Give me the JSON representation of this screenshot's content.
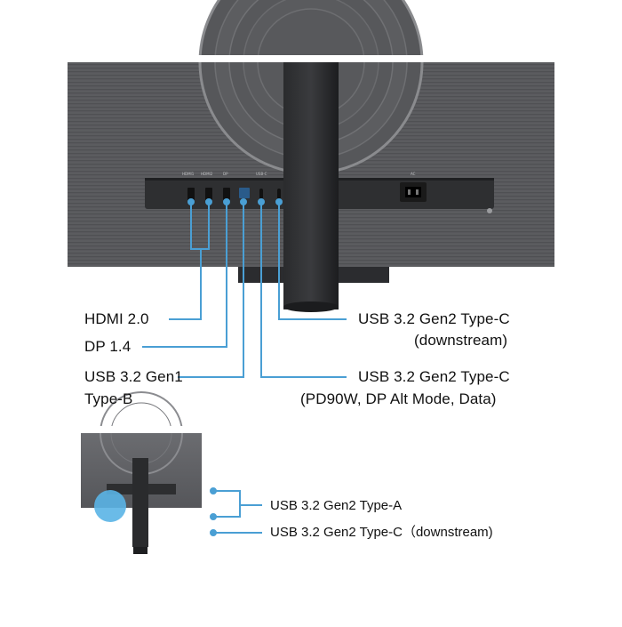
{
  "colors": {
    "monitor_back": "#5a5b5e",
    "monitor_dark": "#3c3d40",
    "port_panel": "#2c2d2f",
    "stand": "#1f2022",
    "accent_line": "#4a9fd4",
    "highlight_circle": "#5ab4e6",
    "text": "#111111"
  },
  "main_labels": {
    "hdmi": "HDMI 2.0",
    "dp": "DP 1.4",
    "usb_b_line1": "USB 3.2 Gen1",
    "usb_b_line2": "Type-B",
    "usbc_down_line1": "USB 3.2 Gen2 Type-C",
    "usbc_down_line2": "(downstream)",
    "usbc_pd_line1": "USB 3.2 Gen2 Type-C",
    "usbc_pd_line2": "(PD90W, DP Alt Mode, Data)"
  },
  "inset_labels": {
    "usba": "USB 3.2 Gen2 Type-A",
    "usbc_down": "USB 3.2 Gen2 Type-C（downstream)"
  },
  "port_silkscreen": {
    "hdmi1": "HDMI1",
    "hdmi2": "HDMI2",
    "dp": "DP",
    "usb_c": "USB-C",
    "power": "AC"
  }
}
